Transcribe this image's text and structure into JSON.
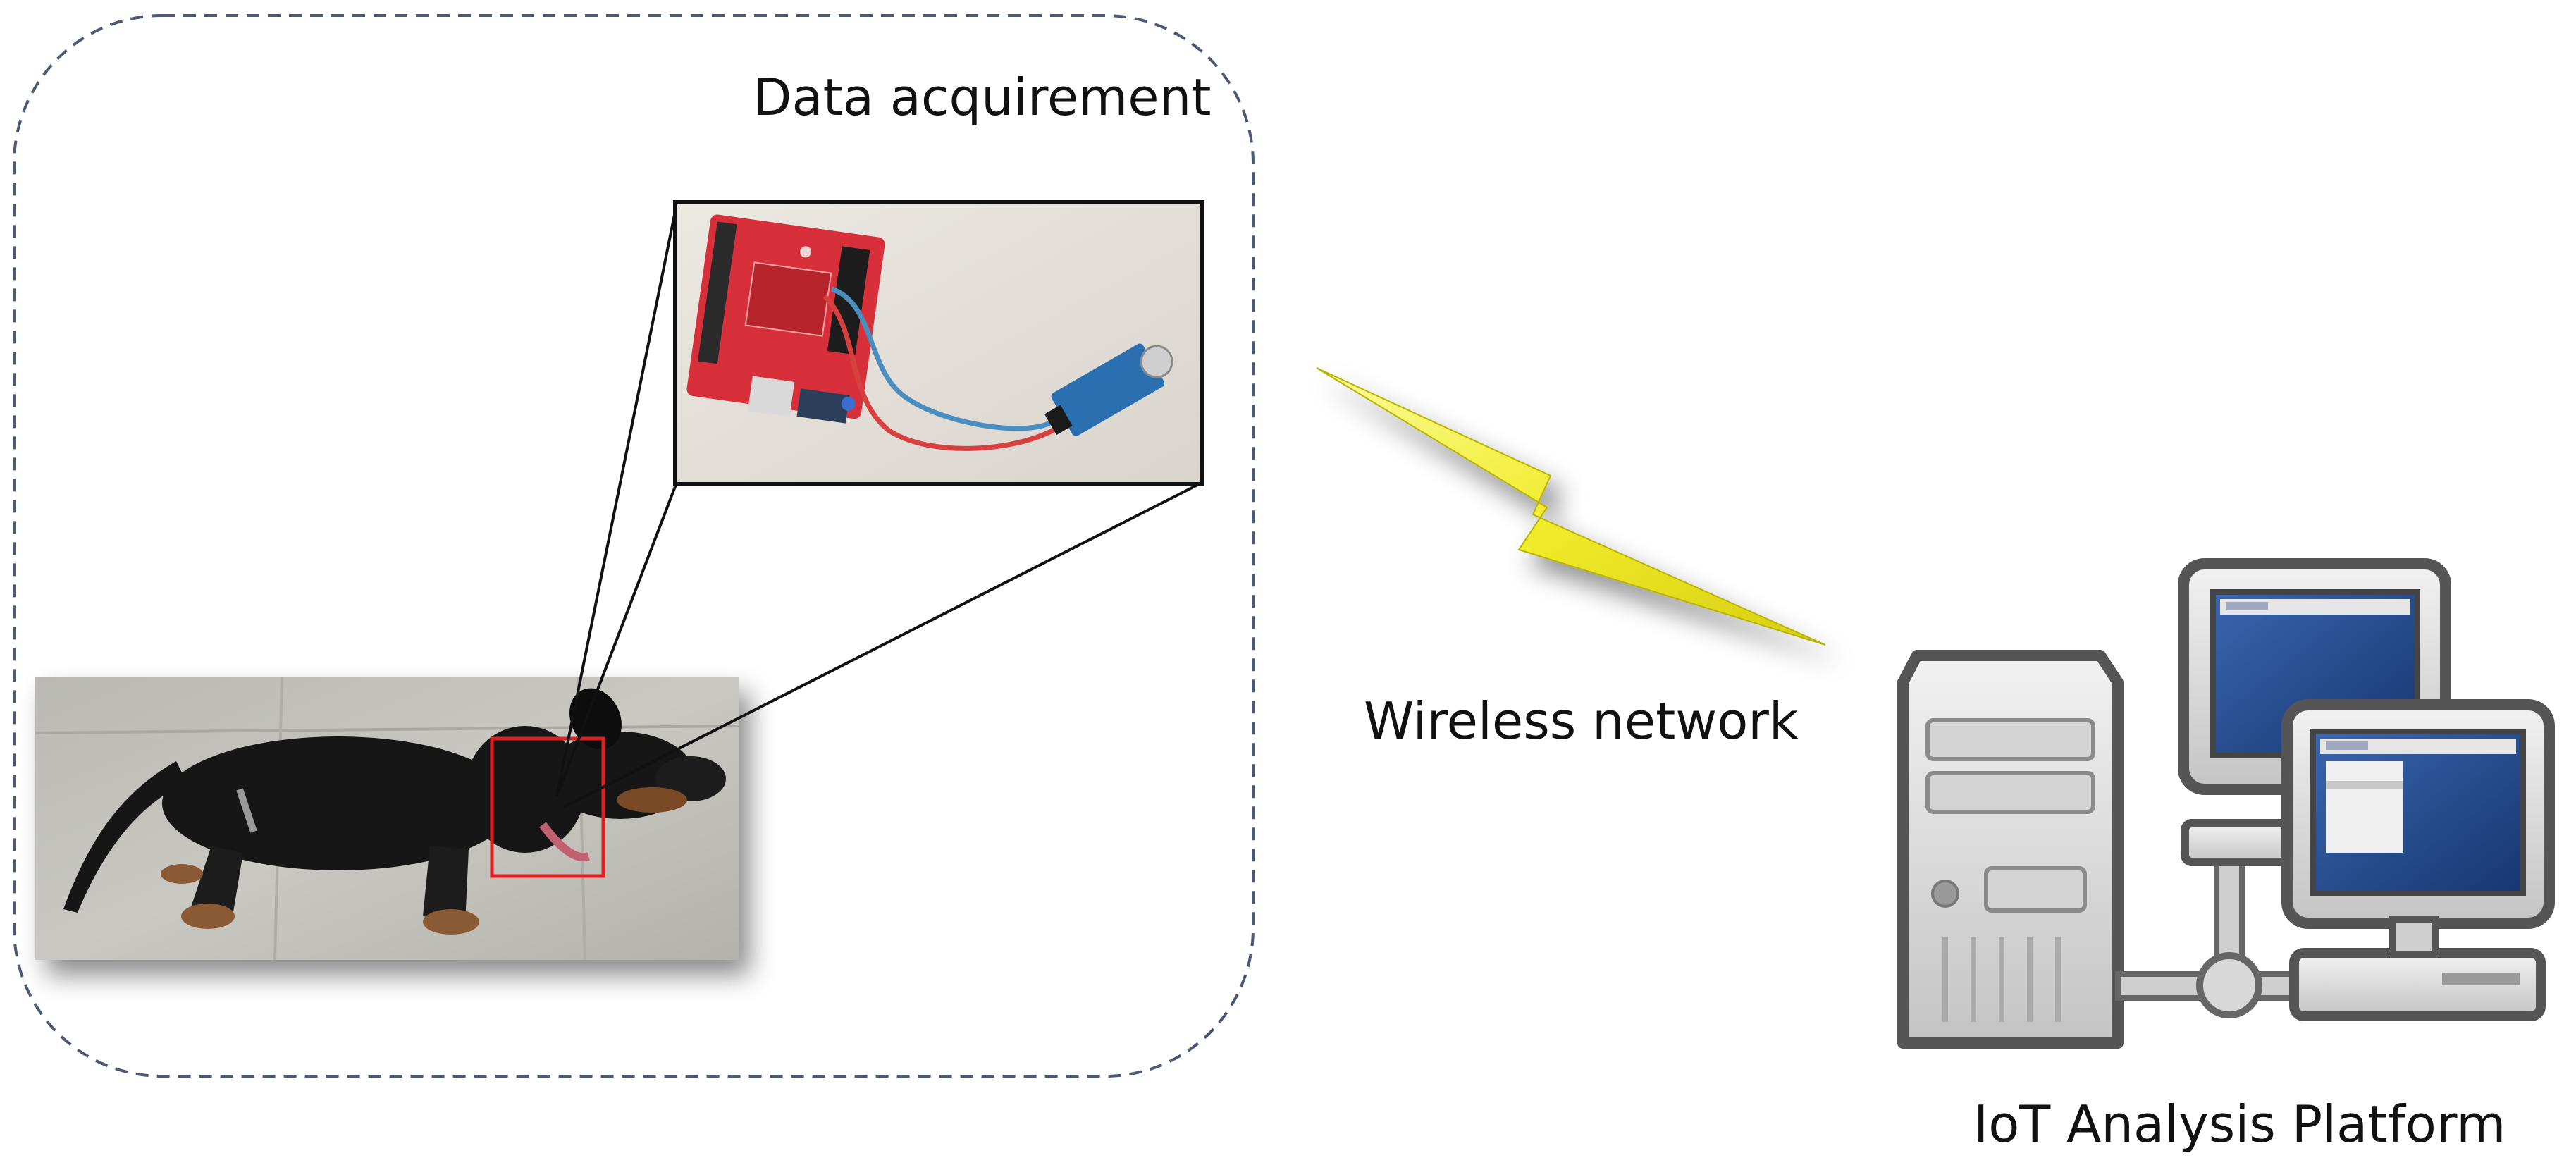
{
  "labels": {
    "data_acquirement": "Data acquirement",
    "wireless_network": "Wireless network",
    "iot_platform": "IoT Analysis Platform"
  },
  "colors": {
    "boundary": "#4a5a75",
    "lightning": "#f2ef3a",
    "highlight_box": "#e02020",
    "board_red": "#d8303a",
    "sensor_blue": "#2a6fb0",
    "screen_blue": "#1f4a8e",
    "device_gray": "#cfcfcf",
    "device_outline": "#555555"
  },
  "icons": {
    "dog_photo": "dachshund-photo",
    "sensor_photo": "arduino-sensor-photo",
    "lightning": "lightning-bolt-icon",
    "server": "server-tower-icon",
    "monitor_back": "monitor-icon",
    "monitor_front": "monitor-icon",
    "network_hub": "network-hub-icon"
  }
}
